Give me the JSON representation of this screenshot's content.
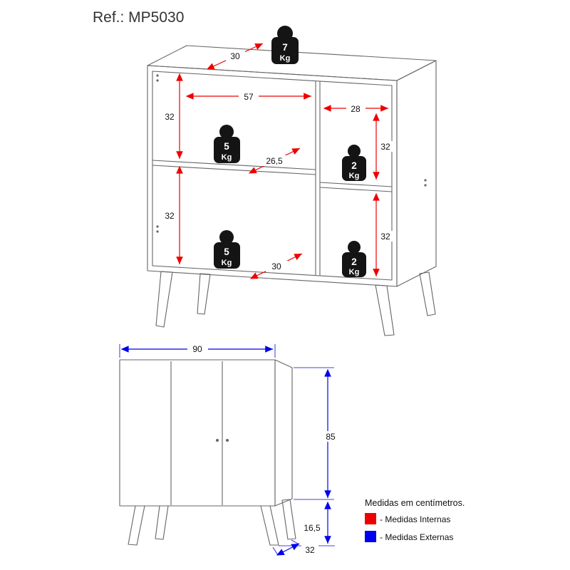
{
  "title": "Ref.: MP5030",
  "colors": {
    "internal": "#ee0000",
    "external": "#0000ee",
    "outline": "#666666",
    "weight": "#141414"
  },
  "perspective_view": {
    "dimensions": {
      "top_depth": "30",
      "left_section_width": "57",
      "left_upper_height": "32",
      "left_lower_height": "32",
      "right_section_width": "28",
      "right_upper_height": "32",
      "right_lower_height": "32",
      "shelf_depth": "26,5",
      "bottom_depth": "30"
    },
    "weights": {
      "top": {
        "value": "7",
        "unit": "Kg"
      },
      "left_shelf": {
        "value": "5",
        "unit": "Kg"
      },
      "right_shelf": {
        "value": "2",
        "unit": "Kg"
      },
      "left_bottom": {
        "value": "5",
        "unit": "Kg"
      },
      "right_bottom": {
        "value": "2",
        "unit": "Kg"
      }
    }
  },
  "front_view": {
    "dimensions": {
      "width": "90",
      "height": "85",
      "leg_height": "16,5",
      "depth": "32"
    }
  },
  "legend": {
    "heading": "Medidas em centímetros.",
    "internal_label": "- Medidas Internas",
    "external_label": "- Medidas Externas"
  }
}
